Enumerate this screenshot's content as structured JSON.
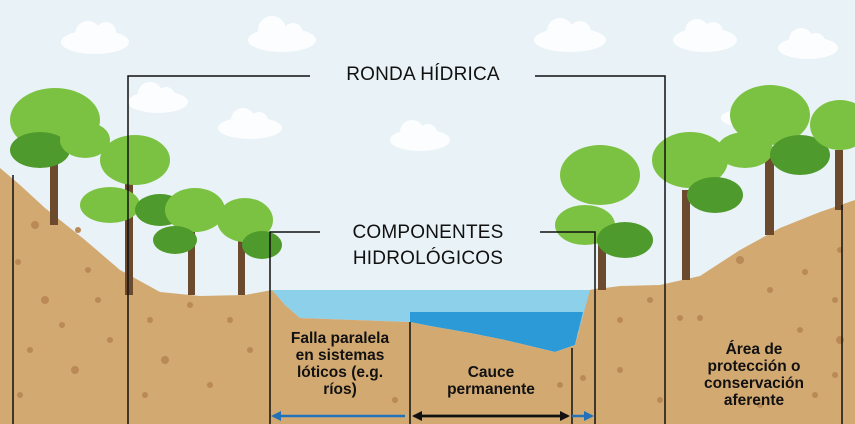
{
  "diagram": {
    "title": "RONDA HÍDRICA",
    "subtitle_line1": "COMPONENTES",
    "subtitle_line2": "HIDROLÓGICOS",
    "zones": {
      "left": {
        "line1": "Falla paralela",
        "line2": "en sistemas",
        "line3": "lóticos (e.g.",
        "line4": "ríos)"
      },
      "middle": {
        "line1": "Cauce",
        "line2": "permanente"
      },
      "right": {
        "line1": "Área de",
        "line2": "protección o",
        "line3": "conservación",
        "line4": "aferente"
      }
    },
    "colors": {
      "sky": "#e9f2f6",
      "soil": "#d3a972",
      "soil_dark": "#b98a55",
      "water_light": "#8dd0ea",
      "water_deep": "#2b9ad6",
      "tree_green": "#7cc242",
      "tree_dark": "#4f9a2c",
      "trunk": "#6b4a2e",
      "arrow_blue": "#2372b9",
      "arrow_black": "#111111"
    }
  }
}
